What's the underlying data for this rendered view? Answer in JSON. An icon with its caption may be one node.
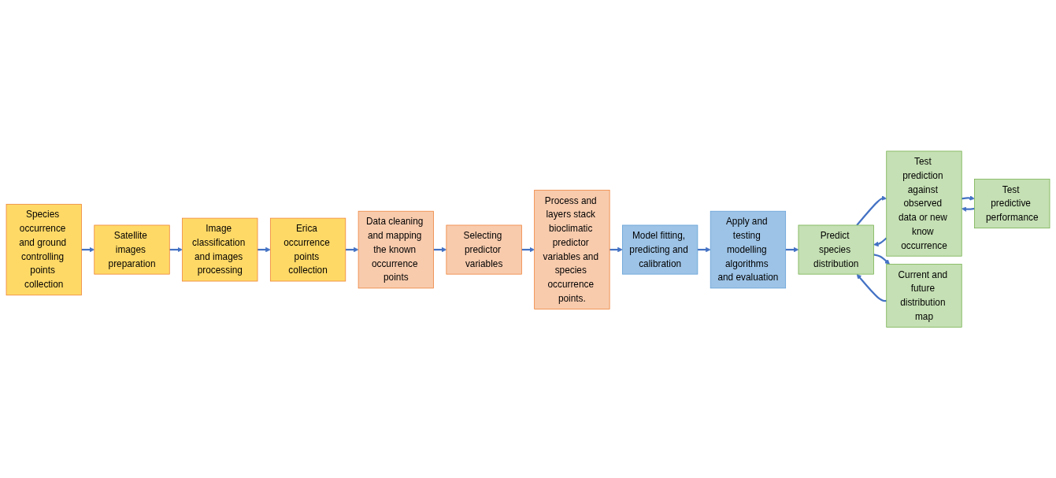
{
  "diagram": {
    "nodes": [
      {
        "text": [
          "Species occurrence and ground controlling points collection"
        ]
      },
      {
        "text": [
          "Satellite images preparation"
        ]
      },
      {
        "text": [
          "Image classification and images processing"
        ]
      },
      {
        "text": [
          "Erica occurrence points collection"
        ]
      },
      {
        "text": [
          "Data cleaning and mapping the known occurrence points"
        ]
      },
      {
        "text": [
          "Selecting predictor variables"
        ]
      },
      {
        "text": [
          "Process and layers stack bioclimatic predictor variables and species occurrence points."
        ]
      },
      {
        "text": [
          "Model fitting, predicting and calibration"
        ]
      },
      {
        "text": [
          "Apply and testing modelling algorithms and evaluation"
        ]
      },
      {
        "text": [
          "Test predictive performance"
        ]
      },
      {
        "text": [
          "Test prediction against observed data or new know occurrence"
        ]
      },
      {
        "text": [
          "Predict species distribution"
        ]
      },
      {
        "text": [
          "Current and future distribution map"
        ]
      }
    ],
    "edges": [
      {
        "from": 0,
        "to": 1,
        "arrow": "to"
      },
      {
        "from": 1,
        "to": 2,
        "arrow": "to"
      },
      {
        "from": 2,
        "to": 3,
        "arrow": "to"
      },
      {
        "from": 3,
        "to": 4,
        "arrow": "to"
      },
      {
        "from": 4,
        "to": 5,
        "arrow": "to"
      },
      {
        "from": 5,
        "to": 6,
        "arrow": "to"
      },
      {
        "from": 6,
        "to": 7,
        "arrow": "to"
      },
      {
        "from": 7,
        "to": 8,
        "arrow": "to"
      },
      {
        "from": 8,
        "to": 11,
        "arrow": "to"
      },
      {
        "from": 11,
        "to": 10,
        "arrow": "to"
      },
      {
        "from": 10,
        "to": 11,
        "arrow": "to"
      },
      {
        "from": 10,
        "to": 9,
        "arrow": "to"
      },
      {
        "from": 9,
        "to": 10,
        "arrow": "to"
      },
      {
        "from": 12,
        "to": 11,
        "arrow": "to"
      },
      {
        "from": 11,
        "to": 12,
        "arrow": "to"
      }
    ]
  }
}
